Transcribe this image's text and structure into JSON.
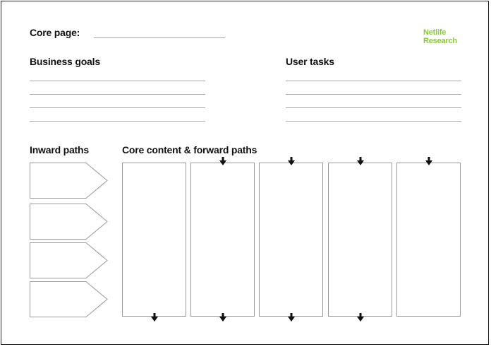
{
  "header": {
    "core_page_label": "Core page:",
    "logo_line1": "Netlife",
    "logo_line2": "Research",
    "brand_color": "#8cc63f"
  },
  "sections": {
    "business_goals": "Business goals",
    "user_tasks": "User tasks",
    "inward_paths": "Inward paths",
    "core_content": "Core content & forward paths"
  },
  "icons": {
    "down_arrow": "arrow-down-icon",
    "inward_tag": "inward-path-tag-shape"
  }
}
